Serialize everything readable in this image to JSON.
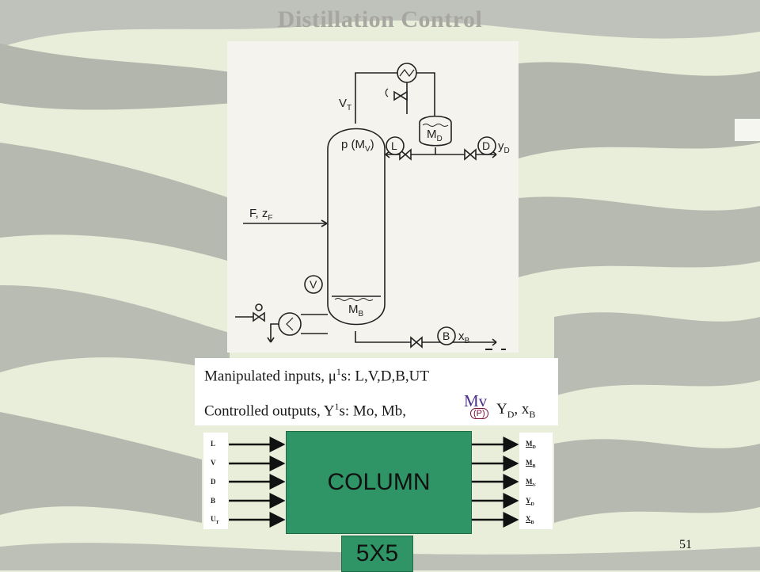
{
  "slide": {
    "title": "Distillation Control",
    "page_number": "51"
  },
  "schematic": {
    "labels": {
      "vapor": "VT",
      "vapor_main": "V",
      "vapor_sub": "T",
      "pressure": "p (MV)",
      "pressure_main": "p (M",
      "pressure_sub": "V",
      "pressure_close": ")",
      "drum": "MD",
      "drum_main": "M",
      "drum_sub": "D",
      "reflux": "L",
      "distillate": "D",
      "distillate_comp": "yD",
      "distillate_comp_main": "y",
      "distillate_comp_sub": "D",
      "feed": "F, zF",
      "feed_main": "F, z",
      "feed_sub": "F",
      "boilup": "V",
      "bottoms_holdup": "MB",
      "bottoms_holdup_main": "M",
      "bottoms_holdup_sub": "B",
      "bottoms": "B",
      "bottoms_comp": "xB",
      "bottoms_comp_main": "x",
      "bottoms_comp_sub": "B"
    }
  },
  "io_summary": {
    "inputs_text": "Manipulated inputs, μ",
    "inputs_sup": "1",
    "inputs_rest": "s: L,V,D,B,UT",
    "outputs_text": "Controlled outputs, Y",
    "outputs_sup": "1",
    "outputs_rest": "s: Mo, Mb,",
    "outputs_tail_y": "Y",
    "outputs_tail_y_sub": "D",
    "outputs_tail_sep": ", x",
    "outputs_tail_x_sub": "B",
    "mv_annotation": "Mv",
    "p_annotation": "(P)"
  },
  "block": {
    "label": "COLUMN",
    "size_label": "5X5",
    "inputs": [
      {
        "main": "L",
        "sub": ""
      },
      {
        "main": "V",
        "sub": ""
      },
      {
        "main": "D",
        "sub": ""
      },
      {
        "main": "B",
        "sub": ""
      },
      {
        "main": "U",
        "sub": "T"
      }
    ],
    "outputs": [
      {
        "main": "M",
        "sub": "D"
      },
      {
        "main": "M",
        "sub": "B"
      },
      {
        "main": "M",
        "sub": "V"
      },
      {
        "main": "Y",
        "sub": "D"
      },
      {
        "main": "X",
        "sub": "B"
      }
    ]
  },
  "colors": {
    "block_fill": "#2f9566",
    "title_color": "#a7a7a0"
  }
}
